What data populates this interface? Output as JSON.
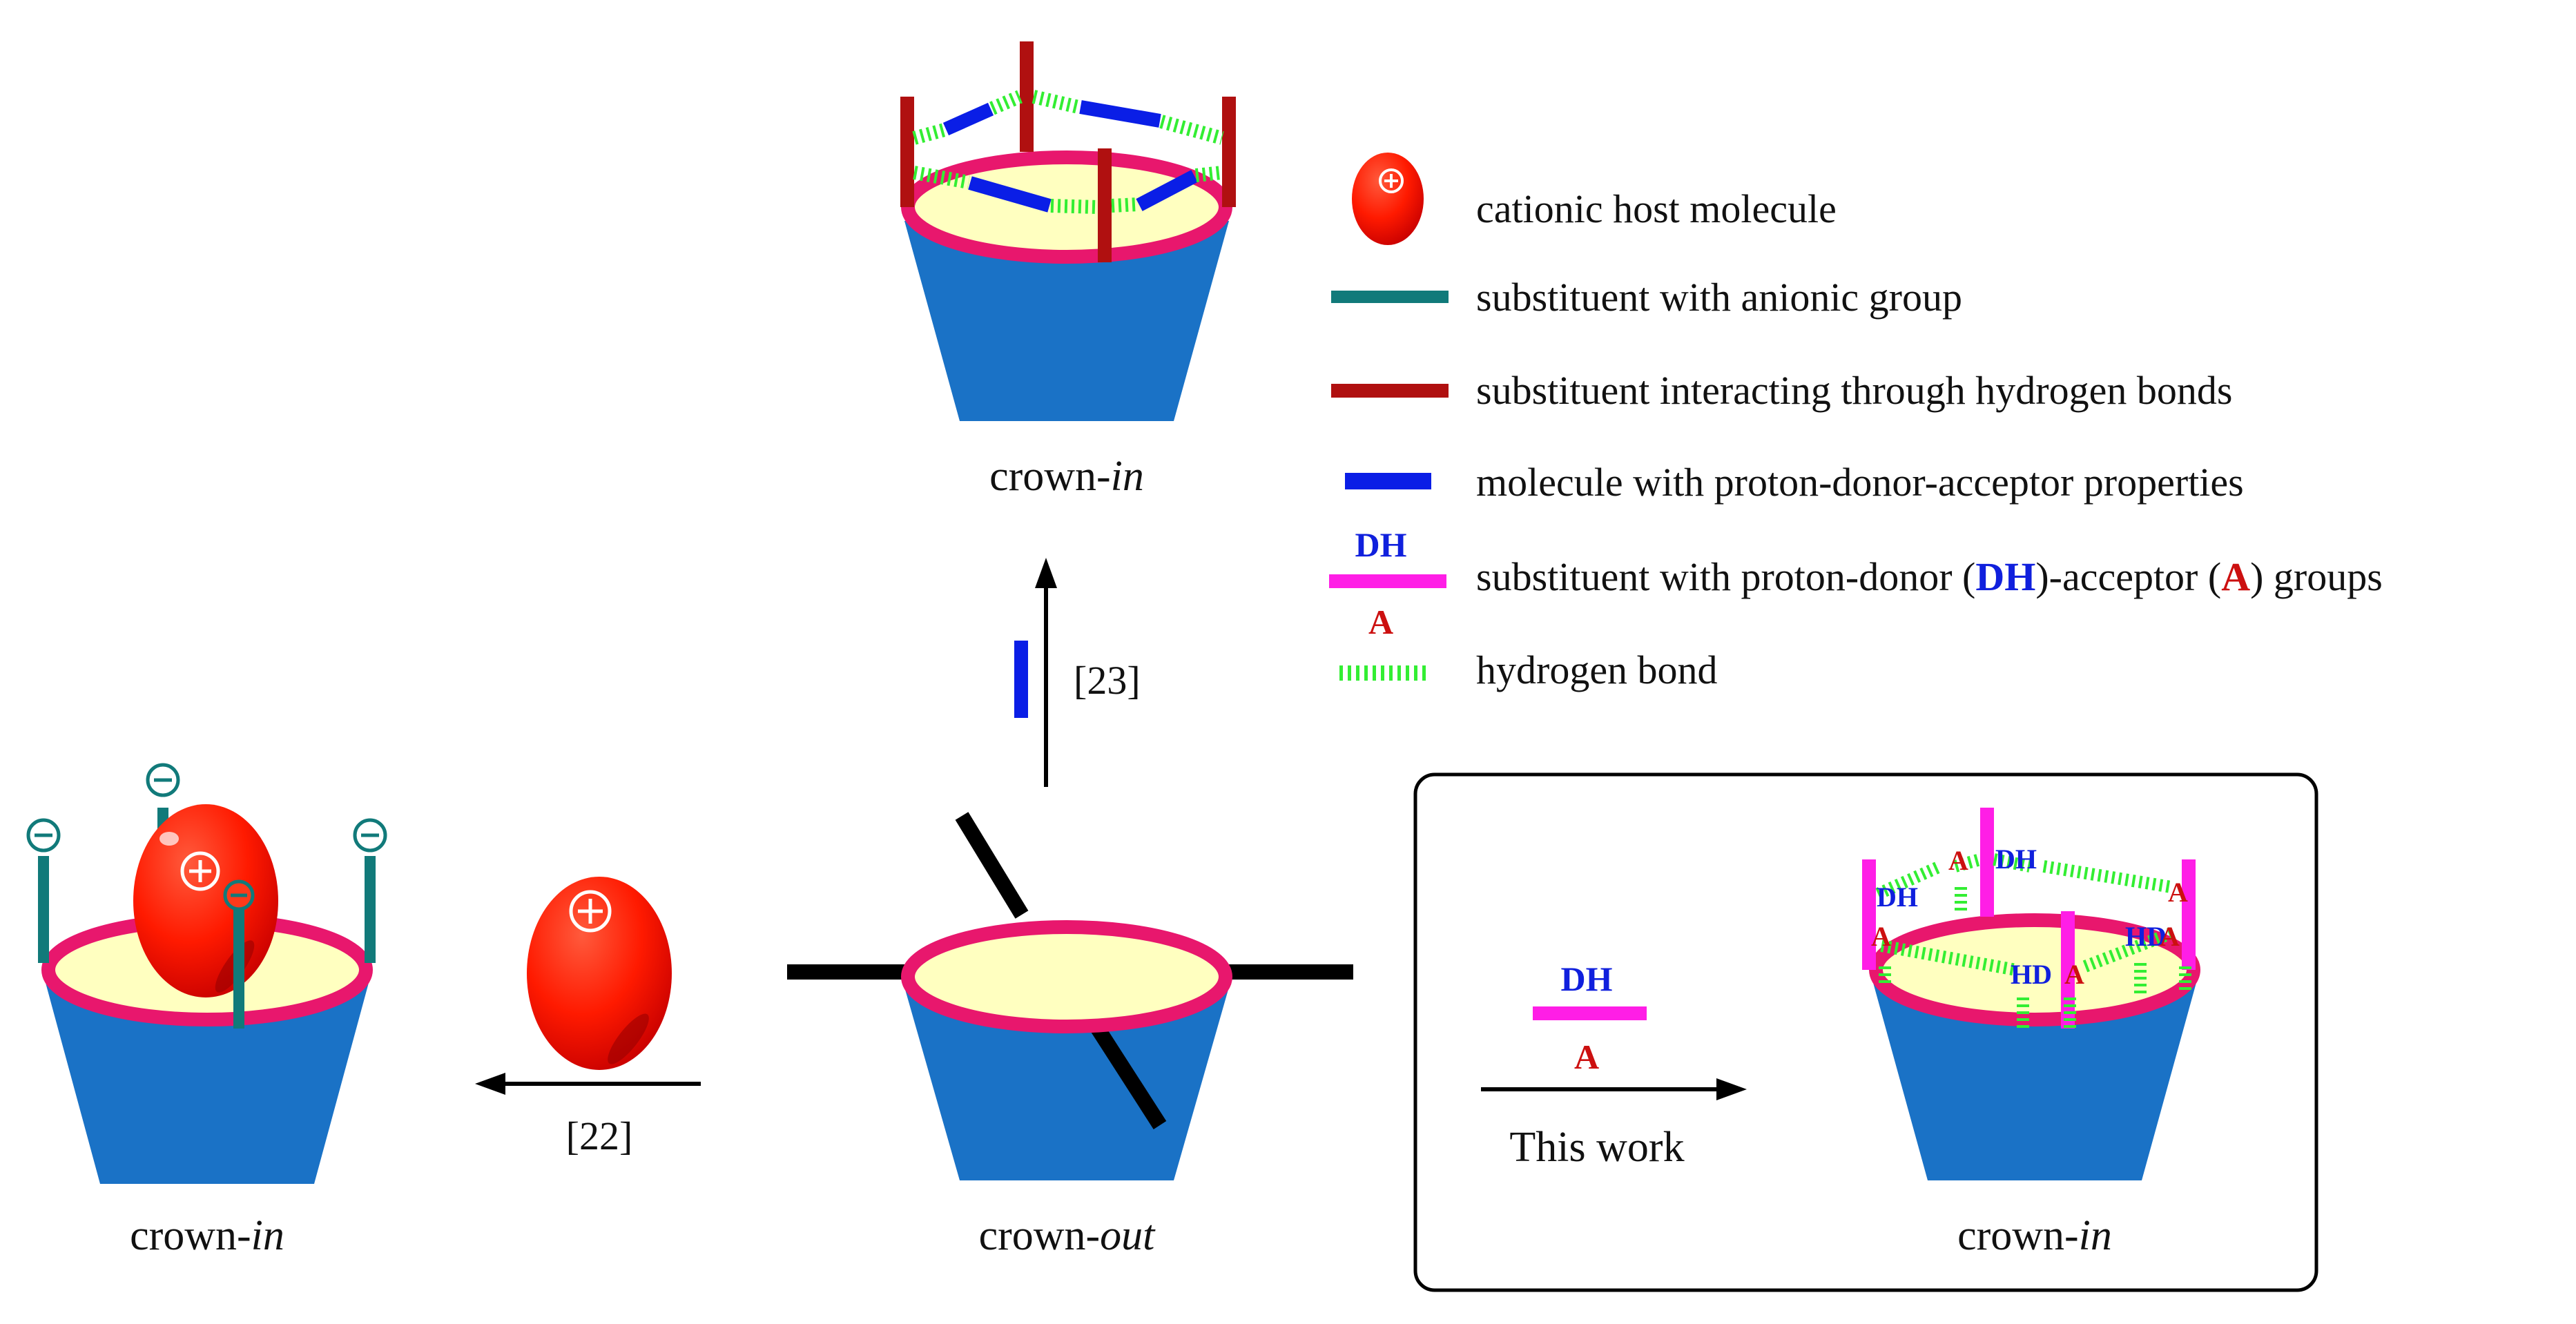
{
  "labels": {
    "top": "crown-",
    "top_it": "in",
    "left": "crown-",
    "left_it": "in",
    "center": "crown-",
    "center_it": "out",
    "right": "crown-",
    "right_it": "in"
  },
  "refs": {
    "r23": "[23]",
    "r22": "[22]"
  },
  "this_work": {
    "dh": "DH",
    "a": "A",
    "caption": "This work"
  },
  "legend": {
    "cation": "cationic host molecule",
    "anionic": "substituent with anionic group",
    "hbond_sub": "substituent interacting through hydrogen bonds",
    "pda_mol": "molecule with proton-donor-acceptor properties",
    "dha_a": "substituent with proton-donor (",
    "dha_dh": "DH",
    "dha_b": ")-acceptor (",
    "dha_acc": "A",
    "dha_c": ") groups",
    "hb": "hydrogen bond",
    "sym_dh": "DH",
    "sym_a": "A"
  },
  "right_marks": {
    "dh1": "DH",
    "a1": "A",
    "dh2": "DH",
    "a2": "A",
    "a3": "A",
    "hd1": "HD",
    "a4": "A",
    "hd2": "HD",
    "a5": "A"
  },
  "colors": {
    "cup_body": "#1a72c6",
    "cup_rim": "#e8176d",
    "cup_top": "#ffffc0",
    "cation": "#ff1a00",
    "anionic_sub": "#117a7a",
    "hbond_sub": "#b01010",
    "pda_molecule": "#0a1ee6",
    "dha_sub": "#ff1ee6",
    "hbond": "#33ee33",
    "donor_text": "#1020dd",
    "acceptor_text": "#cc1010"
  }
}
